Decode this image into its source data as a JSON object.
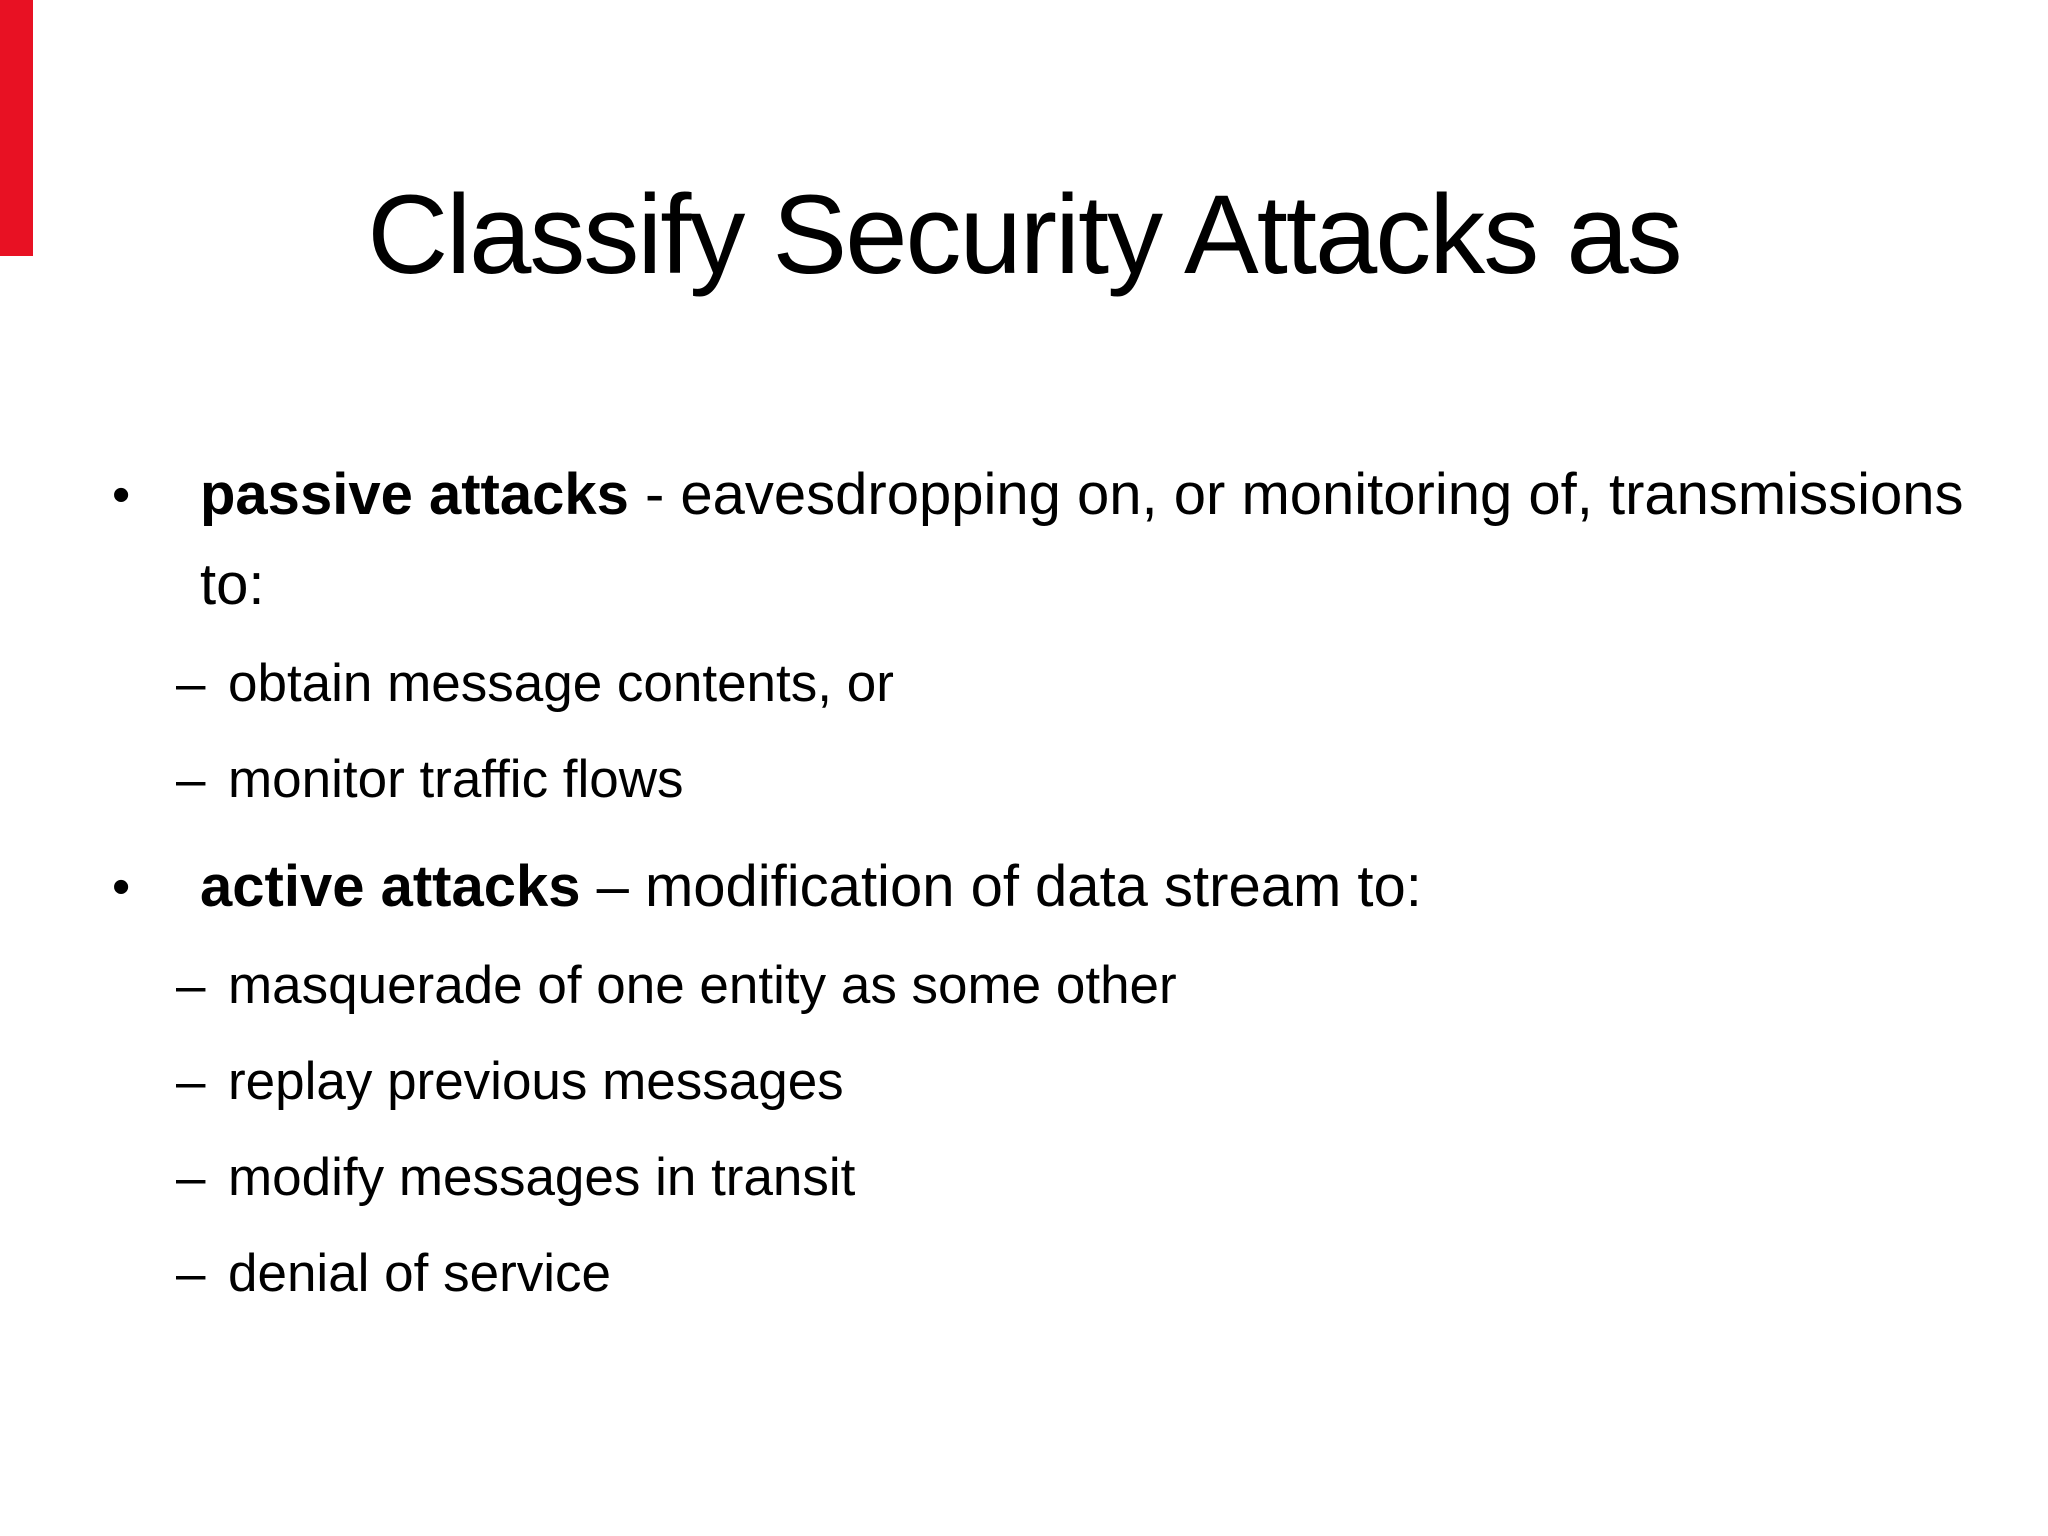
{
  "page": {
    "background": "#ffffff",
    "text_color": "#000000",
    "accent_bar_color": "#e81123"
  },
  "title": "Classify Security Attacks as",
  "bullets": [
    {
      "level": 1,
      "marker": "•",
      "bold": "passive attacks",
      "rest": " - eavesdropping on, or monitoring of, transmissions to:"
    },
    {
      "level": 2,
      "marker": "–",
      "text": "obtain message contents, or"
    },
    {
      "level": 2,
      "marker": "–",
      "text": "monitor traffic flows"
    },
    {
      "level": 1,
      "marker": "•",
      "bold": "active attacks",
      "rest": " – modification of data stream to:"
    },
    {
      "level": 2,
      "marker": "–",
      "text": "masquerade of one entity as some other"
    },
    {
      "level": 2,
      "marker": "–",
      "text": "replay previous messages"
    },
    {
      "level": 2,
      "marker": "–",
      "text": "modify messages in transit"
    },
    {
      "level": 2,
      "marker": "–",
      "text": "denial of service"
    }
  ]
}
